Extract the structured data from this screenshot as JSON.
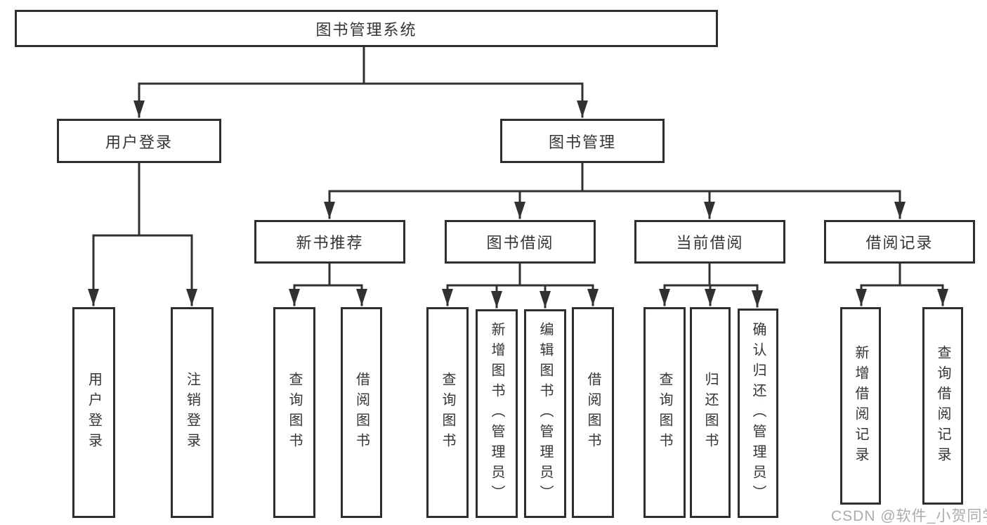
{
  "tree": {
    "root": {
      "label": "图书管理系统"
    },
    "branches": [
      {
        "label": "用户登录",
        "children": [
          {
            "label": "用户登录"
          },
          {
            "label": "注销登录"
          }
        ]
      },
      {
        "label": "图书管理",
        "children": [
          {
            "label": "新书推荐",
            "children": [
              {
                "label": "查询图书"
              },
              {
                "label": "借阅图书"
              }
            ]
          },
          {
            "label": "图书借阅",
            "children": [
              {
                "label": "查询图书"
              },
              {
                "label": "新增图书（管理员）"
              },
              {
                "label": "编辑图书（管理员）"
              },
              {
                "label": "借阅图书"
              }
            ]
          },
          {
            "label": "当前借阅",
            "children": [
              {
                "label": "查询图书"
              },
              {
                "label": "归还图书"
              },
              {
                "label": "确认归还（管理员）"
              }
            ]
          },
          {
            "label": "借阅记录",
            "children": [
              {
                "label": "新增借阅记录"
              },
              {
                "label": "查询借阅记录"
              }
            ]
          }
        ]
      }
    ]
  },
  "watermark": {
    "text": "CSDN @软件_小贺同学"
  },
  "colors": {
    "line": "#303134",
    "box_border": "#2e2f31",
    "text": "#333538",
    "watermark": "#9aa0a6",
    "background": "#ffffff"
  }
}
